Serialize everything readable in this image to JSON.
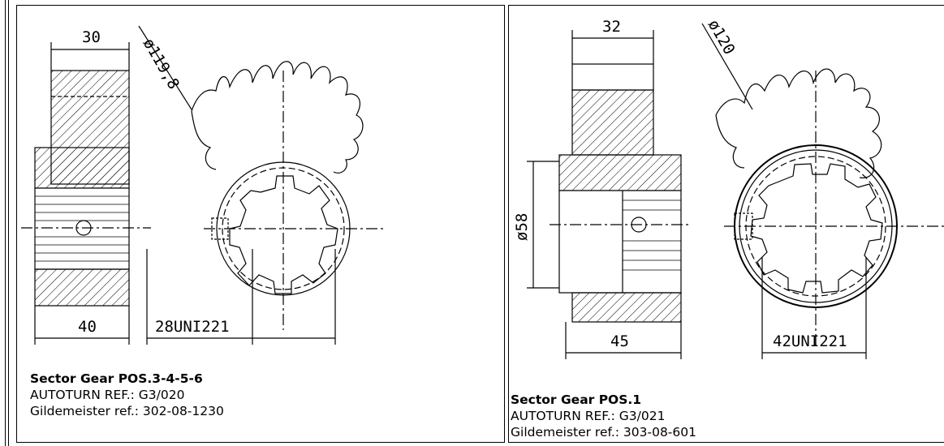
{
  "parts": [
    {
      "title": "Sector Gear POS.3-4-5-6",
      "autoturn_ref": "AUTOTURN REF.: G3/020",
      "gildemeister_ref": "Gildemeister ref.: 302-08-1230",
      "dimensions": {
        "width_top": "30",
        "diameter": "ø119,8",
        "width_bottom": "40",
        "spline": "28UNI221"
      }
    },
    {
      "title": "Sector Gear POS.1",
      "autoturn_ref": "AUTOTURN REF.: G3/021",
      "gildemeister_ref": "Gildemeister ref.: 303-08-601",
      "dimensions": {
        "width_top": "32",
        "diameter": "ø120",
        "bore": "ø58",
        "width_bottom": "45",
        "spline": "42UNI221"
      }
    }
  ],
  "colors": {
    "line": "#000000",
    "background": "#ffffff"
  }
}
